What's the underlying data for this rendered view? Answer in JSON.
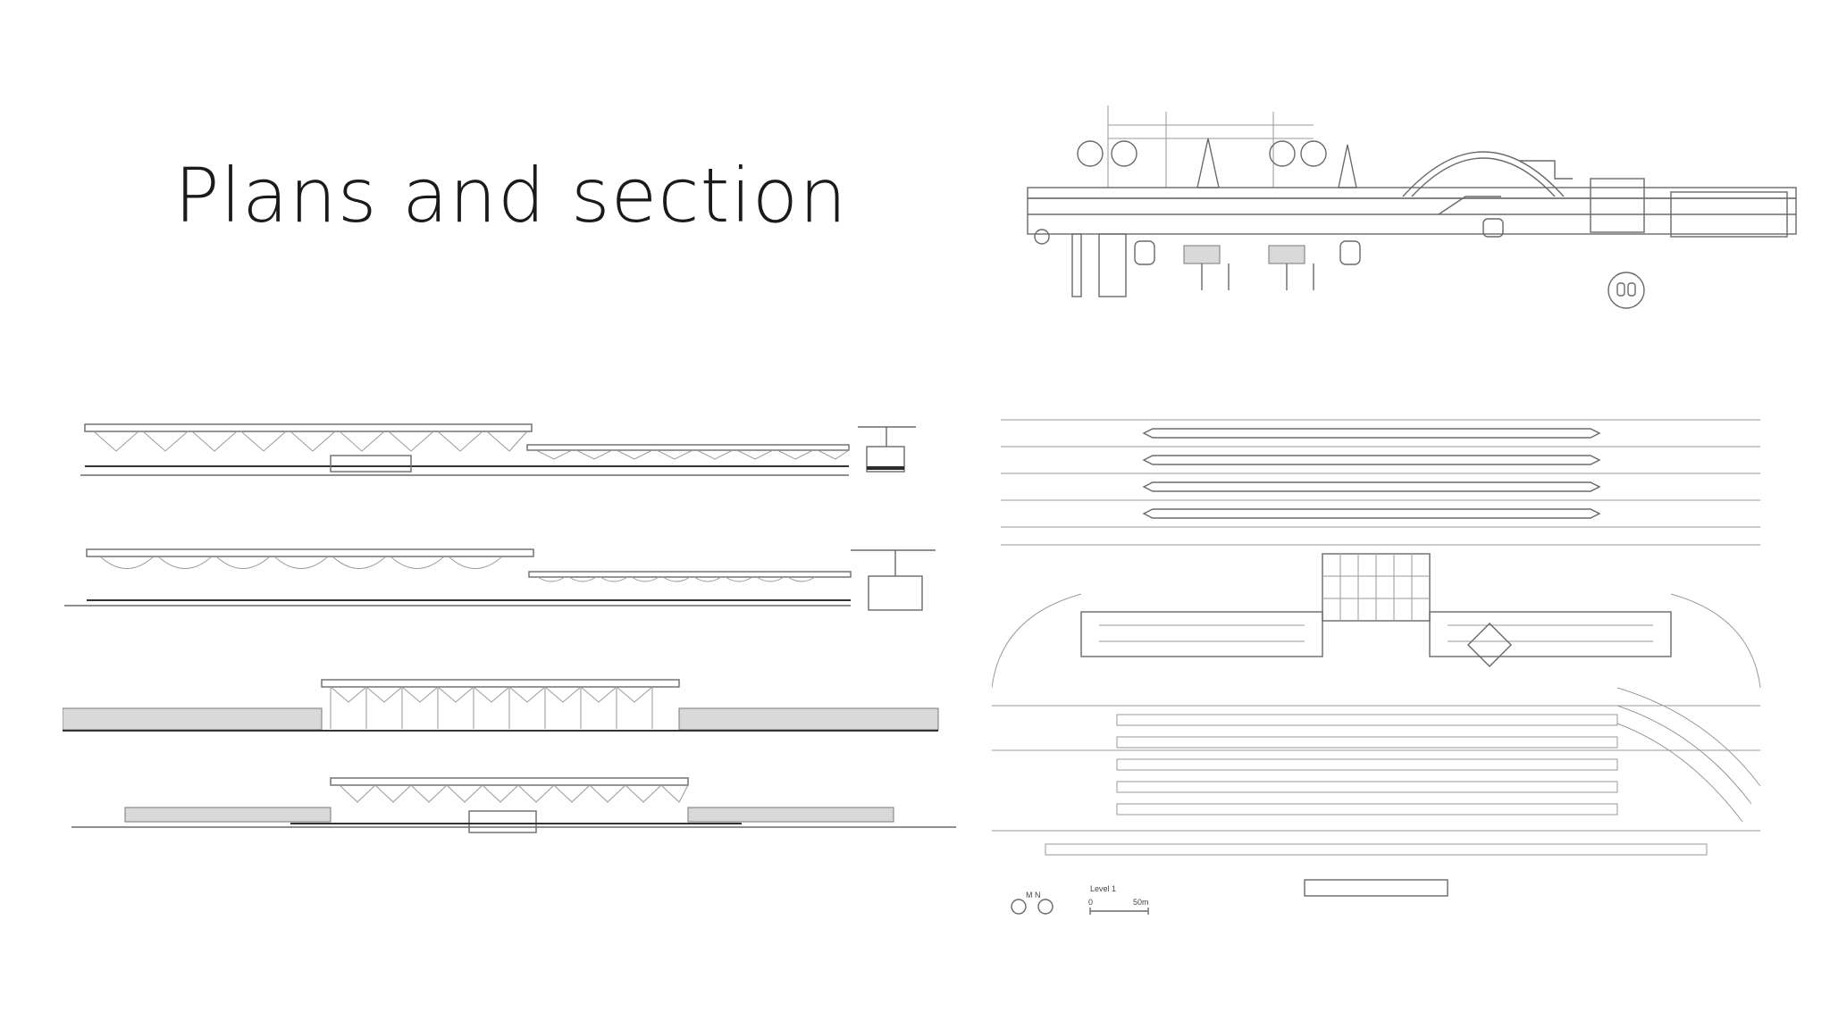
{
  "slide": {
    "title": "Plans and section"
  },
  "figures": {
    "top_section": {
      "icon": "cross-section-drawing"
    },
    "elevations": {
      "icon": "elevation-drawings",
      "count": 4
    },
    "floor_plan": {
      "icon": "floor-plan-drawing",
      "level_label": "Level 1",
      "scale_start": "0",
      "scale_end": "50m",
      "north_marks": [
        "M",
        "N"
      ]
    }
  }
}
